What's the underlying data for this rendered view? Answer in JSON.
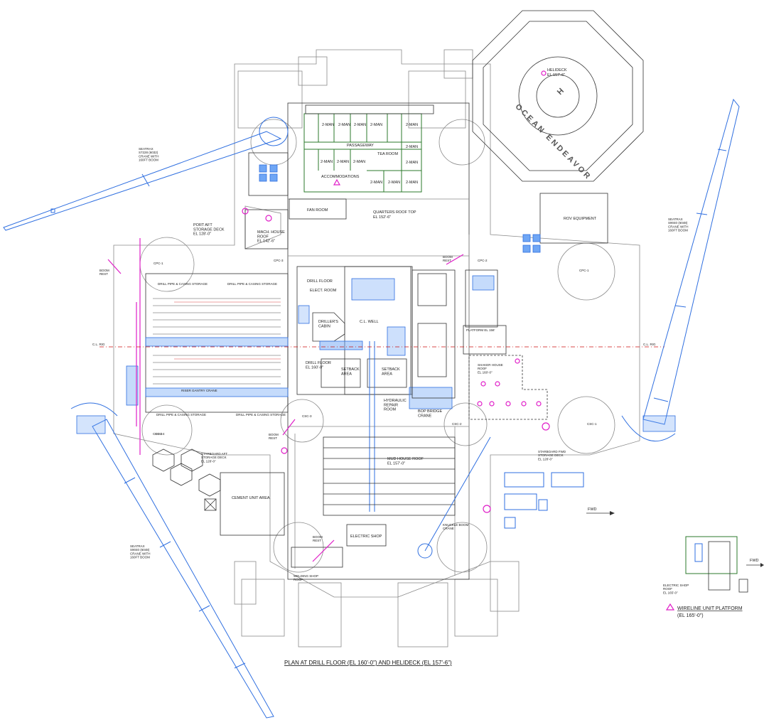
{
  "drawing": {
    "title": "PLAN AT DRILL FLOOR (EL 160'-0\") AND HELIDECK (EL 157'-6\")",
    "fwd_arrow": "FWD",
    "fwd_arrow_2": "FWD",
    "centerline": "C.L. RIG",
    "helideck": {
      "label": "HELIDECK",
      "elevation": "EL 157'-6\"",
      "name": "OCEAN ENDEAVOR",
      "marker": "H"
    },
    "cranes": {
      "port_fwd": "SEATRAX\nS7228 (6032)\nCRANE WITH\n160FT BOOM",
      "starboard_fwd": "SEATRAX\nS9040 (6048)\nCRANE WITH\n160FT BOOM",
      "port_aft": "SEATRAX\nS9040 (6048)\nCRANE WITH\n160FT BOOM"
    },
    "labels": {
      "accommodations": "ACCOMMODATIONS",
      "passageway": "PASSAGEWAY",
      "tea_room": "TEA ROOM",
      "two_man": "2-MAN",
      "fan_room": "FAN ROOM",
      "quarters_roof": "QUARTERS ROOF TOP",
      "quarters_roof_el": "EL 152'-6\"",
      "rov": "ROV EQUIPMENT",
      "port_aft_storage": "PORT AFT\nSTORAGE DECK\nEL 128'-0\"",
      "mach_house": "MACH. HOUSE\nROOF\nEL 142'-6\"",
      "drill_floor_top": "DRILL FLOOR",
      "elect_room": "ELECT. ROOM",
      "drillers_cabin": "DRILLER'S\nCABIN",
      "cl_well": "C.L. WELL",
      "drill_floor": "DRILL FLOOR\nEL 160'-0\"",
      "setback_1": "SETBACK\nAREA",
      "setback_2": "SETBACK\nAREA",
      "platform": "PLATFORM EL 156'",
      "shaker_house": "SHAKER HOUSE\nROOF\nEL 160'-0\"",
      "hydraulic": "HYDRAULIC\nREPAIR\nROOM",
      "bop_bridge": "BOP BRIDGE\nCRANE",
      "dp_storage_1": "DRILL PIPE & CASING STORAGE",
      "dp_storage_2": "DRILL PIPE & CASING STORAGE",
      "dp_storage_3": "DRILL PIPE & CASING STORAGE",
      "dp_storage_4": "DRILL PIPE & CASING STORAGE",
      "riser_gantry": "RISER GANTRY CRANE",
      "mud_house": "MUD HOUSE ROOF\nEL 157'-0\"",
      "starboard_aft_storage": "STARBOARD AFT\nSTORAGE DECK\nEL 128'-0\"",
      "cement_unit": "CEMENT UNIT AREA",
      "electric_shop": "ELECTRIC SHOP",
      "welding_shop": "WELDING SHOP\nROOF",
      "knuckle_boom": "KNUCKLE BOOM\nCRANE",
      "starboard_fwd_storage": "STARBOARD FWD\nSTORAGE DECK\nEL 128'-0\"",
      "boom_rest": "BOOM\nREST",
      "cpc1": "CPC-1",
      "cpc2": "CPC-2",
      "cpc3": "CPC-3",
      "csc1": "CSC-1",
      "csc2": "CSC-2",
      "csc3": "CSC-3",
      "csc4": "CSC-4",
      "csc4b": "CSC-4"
    },
    "wireline": {
      "electric_shop_roof": "ELECTRIC SHOP\nROOF\nEL 165'-0\"",
      "title": "WIRELINE UNIT PLATFORM",
      "elevation": "(EL 165'-0\")"
    },
    "colors": {
      "structure": "#8a8a8a",
      "equipment": "#2f6fe0",
      "accommodation": "#2b7a2b",
      "marker": "#e01ec8",
      "centerline": "#cc1111"
    }
  }
}
